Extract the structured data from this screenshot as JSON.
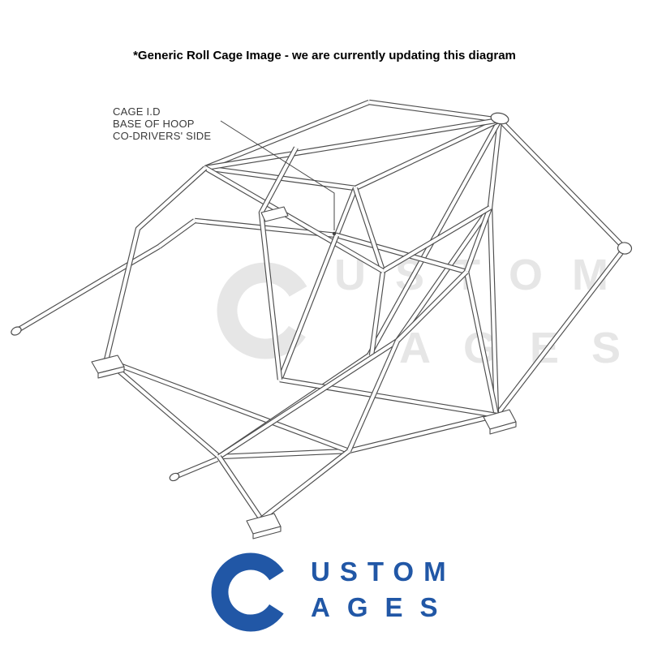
{
  "header": {
    "notice": "*Generic Roll Cage Image - we are currently updating this diagram"
  },
  "annotation": {
    "lines": [
      "CAGE I.D",
      "BASE OF HOOP",
      "CO-DRIVERS' SIDE"
    ]
  },
  "watermark": {
    "letter_c": "C",
    "row1": "USTOM",
    "row2": "AGES"
  },
  "logo": {
    "letter_c": "C",
    "row1": "USTOM",
    "row2": "AGES"
  },
  "colors": {
    "logo_blue": "#2157a6",
    "watermark_gray": "#e6e6e6",
    "line_color": "#4d4d4d"
  }
}
